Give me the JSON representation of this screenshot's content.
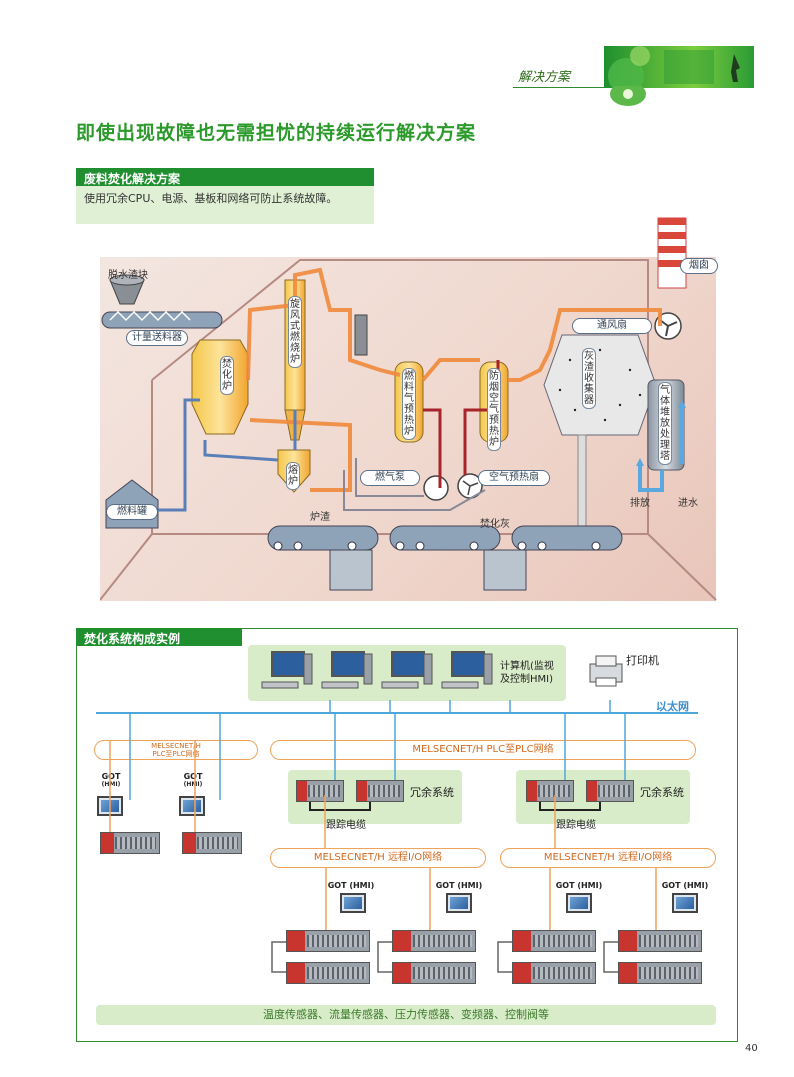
{
  "header": {
    "section_label": "解决方案"
  },
  "title": "即使出现故障也无需担忧的持续运行解决方案",
  "section1": {
    "heading": "废料焚化解决方案",
    "description": "使用冗余CPU、电源、基板和网络可防止系统故障。",
    "labels": {
      "dewatered_cake": "脱水渣块",
      "metering_feeder": "计量送料器",
      "incinerator": "焚化炉",
      "cyclone_furnace": "旋风式燃烧炉",
      "melting_furnace": "熔炉",
      "fuel_tank": "燃料罐",
      "slag": "炉渣",
      "fuel_preheater": "燃料气预热炉",
      "anti_smoke_preheater": "防烟空气预热炉",
      "gas_pump": "燃气泵",
      "air_preheat_fan": "空气预热扇",
      "ash": "焚化灰",
      "dust_collector": "灰渣收集器",
      "ventilation_fan": "通风扇",
      "chimney": "烟囱",
      "gas_treatment_tower": "气体堆放处理塔",
      "discharge": "排放",
      "water_inlet": "进水"
    }
  },
  "section2": {
    "heading": "焚化系统构成实例",
    "printer": "打印机",
    "computer_label_1": "计算机(监视",
    "computer_label_2": "及控制HMI)",
    "ethernet": "以太网",
    "melsecnet_small_1": "MELSECNET/H",
    "melsecnet_small_2": "PLC至PLC网络",
    "melsecnet_plc": "MELSECNET/H PLC至PLC网络",
    "redundant_system": "冗余系统",
    "tracking_cable": "跟踪电缆",
    "remote_io": "MELSECNET/H 远程I/O网络",
    "got_top": "GOT",
    "got_hmi_small": "(HMI)",
    "got_hmi": "GOT (HMI)",
    "sensors": "温度传感器、流量传感器、压力传感器、变频器、控制阀等"
  },
  "page_number": "40",
  "colors": {
    "brand_green": "#2b9a2b",
    "ethernet_blue": "#3e8fcf",
    "network_orange": "#f0a35a"
  }
}
